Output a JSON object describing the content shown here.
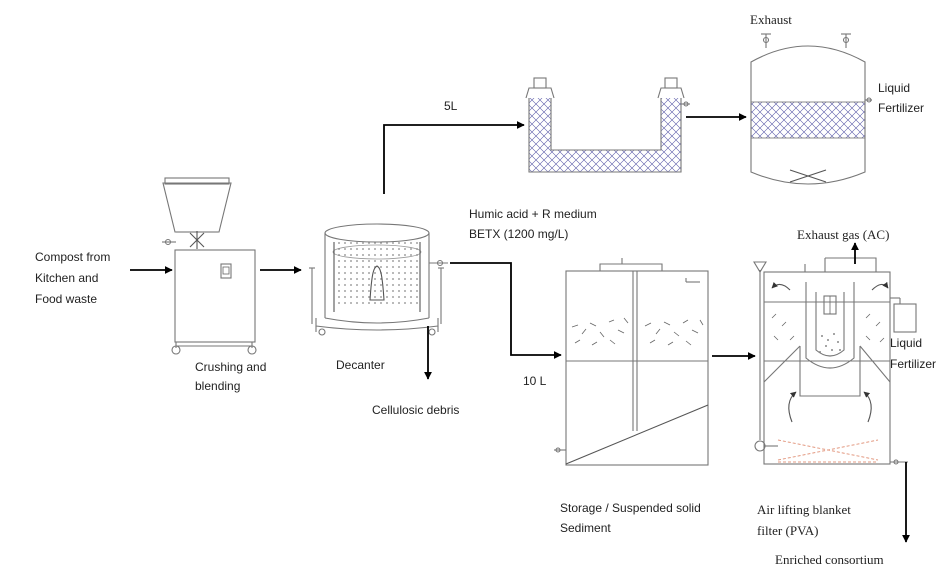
{
  "labels": {
    "compost_line1": "Compost from",
    "compost_line2": "Kitchen and",
    "compost_line3": "Food waste",
    "crushing_line1": "Crushing and",
    "crushing_line2": "blending",
    "decanter": "Decanter",
    "cellulosic": "Cellulosic debris",
    "volume_5l": "5L",
    "humic": "Humic acid + R medium",
    "betx": "BETX (1200 mg/L)",
    "volume_10l": "10 L",
    "exhaust": "Exhaust",
    "liquid_fert_top_1": "Liquid",
    "liquid_fert_top_2": "Fertilizer",
    "exhaust_gas": "Exhaust gas (AC)",
    "liquid_fert_bottom_1": "Liquid",
    "liquid_fert_bottom_2": "Fertilizer",
    "storage_line1": "Storage / Suspended solid",
    "storage_line2": "Sediment",
    "airlift_line1": "Air lifting blanket",
    "airlift_line2": "filter (PVA)",
    "enriched": "Enriched consortium"
  },
  "colors": {
    "flow_arrow": "#000000",
    "equipment_outline": "#777777",
    "packing_hatch": "#5a5aa8",
    "air_sparger": "#e39a82"
  }
}
